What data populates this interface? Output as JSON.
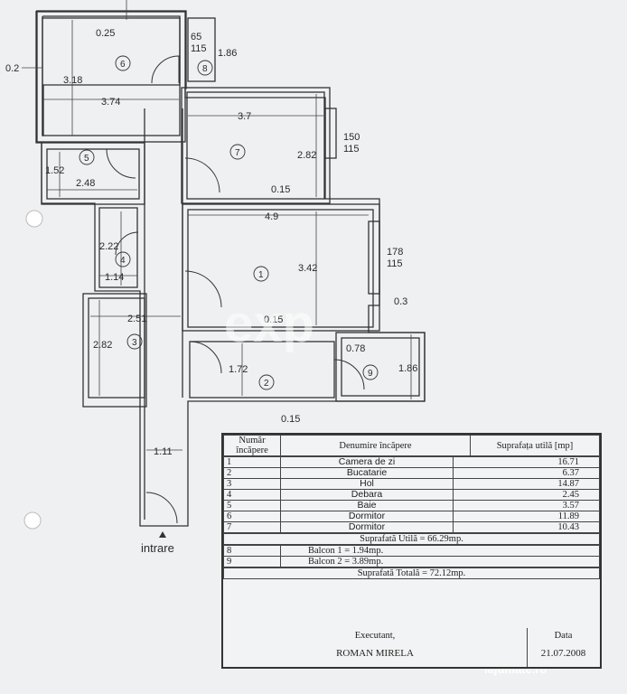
{
  "plan": {
    "dimensions": [
      "0.25",
      "3.18",
      "3.74",
      "0.2",
      "1.86",
      "65",
      "115",
      "3.7",
      "2.82",
      "150",
      "115",
      "1.52",
      "2.48",
      "0.15",
      "4.9",
      "2.22",
      "1.14",
      "3.42",
      "178",
      "115",
      "0.3",
      "2.51",
      "0.15",
      "2.82",
      "0.78",
      "1.86",
      "1.72",
      "0.15",
      "1.11"
    ],
    "room_numbers": [
      "6",
      "8",
      "7",
      "5",
      "4",
      "1",
      "3",
      "2",
      "9"
    ],
    "entrance_label": "intrare"
  },
  "legend": {
    "header": {
      "number": "Număr încăpere",
      "name": "Denumire încăpere",
      "area": "Suprafața utilă [mp]"
    },
    "rooms": [
      {
        "number": "1",
        "name": "Camera de zi",
        "area": "16.71"
      },
      {
        "number": "2",
        "name": "Bucatarie",
        "area": "6.37"
      },
      {
        "number": "3",
        "name": "Hol",
        "area": "14.87"
      },
      {
        "number": "4",
        "name": "Debara",
        "area": "2.45"
      },
      {
        "number": "5",
        "name": "Baie",
        "area": "3.57"
      },
      {
        "number": "6",
        "name": "Dormitor",
        "area": "11.89"
      },
      {
        "number": "7",
        "name": "Dormitor",
        "area": "10.43"
      }
    ],
    "useful_total": "Suprafată Utilă = 66.29mp.",
    "balconies": [
      {
        "number": "8",
        "text": "Balcon 1 = 1.94mp."
      },
      {
        "number": "9",
        "text": "Balcon 2 = 3.89mp."
      }
    ],
    "grand_total": "Suprafată Totală = 72.12mp.",
    "executant_label": "Executant,",
    "executant_name": "ROMAN MIRELA",
    "date_label": "Data",
    "date_value": "21.07.2008"
  },
  "watermark": {
    "center": "exp",
    "corner": "lajumate.ro"
  }
}
